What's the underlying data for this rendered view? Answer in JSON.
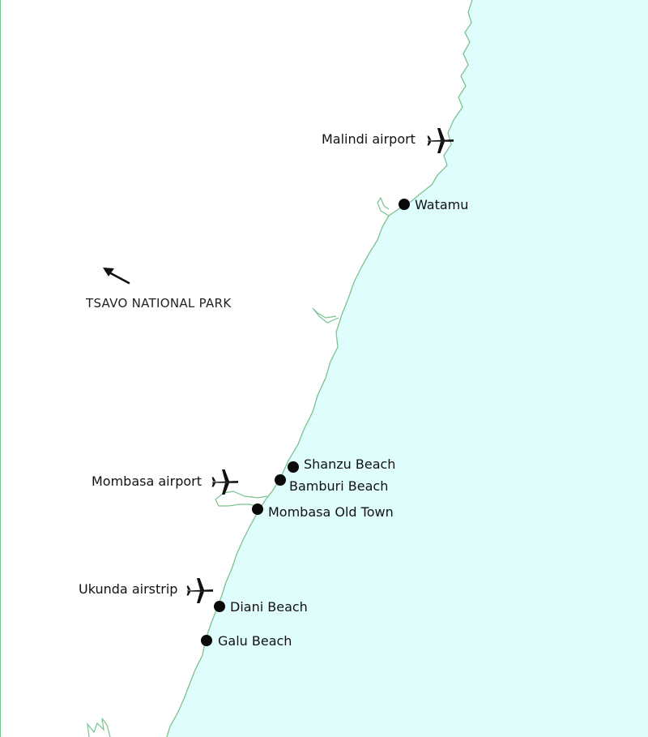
{
  "map": {
    "colors": {
      "sea": "#e0fdfd",
      "land": "#ffffff",
      "coast": "#79c38f",
      "marker": "#0a0a0a"
    },
    "region_label": "TSAVO NATIONAL PARK",
    "region_arrow_icon": "arrow-up-left-icon",
    "airports": [
      {
        "name": "Malindi airport",
        "icon": "airplane-icon"
      },
      {
        "name": "Mombasa airport",
        "icon": "airplane-icon"
      },
      {
        "name": "Ukunda airstrip",
        "icon": "airplane-icon"
      }
    ],
    "places": [
      {
        "name": "Watamu"
      },
      {
        "name": "Shanzu Beach"
      },
      {
        "name": "Bamburi Beach"
      },
      {
        "name": "Mombasa Old Town"
      },
      {
        "name": "Diani Beach"
      },
      {
        "name": "Galu Beach"
      }
    ]
  }
}
